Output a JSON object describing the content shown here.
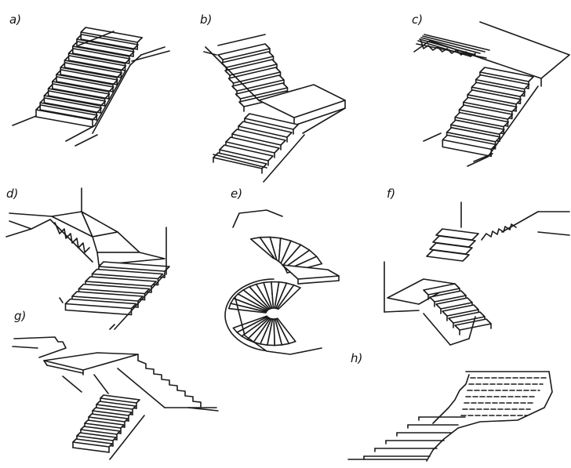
{
  "figures": [
    {
      "id": "a",
      "label": "a)"
    },
    {
      "id": "b",
      "label": "b)"
    },
    {
      "id": "c",
      "label": "c)"
    },
    {
      "id": "d",
      "label": "d)"
    },
    {
      "id": "e",
      "label": "e)"
    },
    {
      "id": "f",
      "label": "f)"
    },
    {
      "id": "g",
      "label": "g)"
    },
    {
      "id": "h",
      "label": "h)"
    }
  ],
  "style": {
    "ink": "#1a1a1a"
  }
}
